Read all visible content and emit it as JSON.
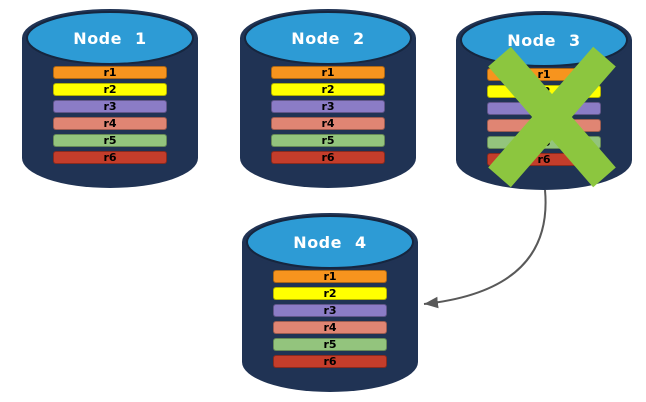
{
  "diagram": {
    "type": "database-node-replication",
    "nodes": [
      {
        "label": "Node 1",
        "failed": false,
        "rows": [
          "r1",
          "r2",
          "r3",
          "r4",
          "r5",
          "r6"
        ]
      },
      {
        "label": "Node 2",
        "failed": false,
        "rows": [
          "r1",
          "r2",
          "r3",
          "r4",
          "r5",
          "r6"
        ]
      },
      {
        "label": "Node 3",
        "failed": true,
        "rows": [
          "r1",
          "r2",
          "r3",
          "r4",
          "r5",
          "r6"
        ]
      },
      {
        "label": "Node 4",
        "failed": false,
        "rows": [
          "r1",
          "r2",
          "r3",
          "r4",
          "r5",
          "r6"
        ]
      }
    ],
    "row_colors": [
      "#F7941E",
      "#FFFF00",
      "#8B7CC6",
      "#E08573",
      "#93C47D",
      "#C43D2B"
    ],
    "colors": {
      "cylinder_body": "#203354",
      "cylinder_top": "#2D9BD5",
      "title_text": "#FFFFFF",
      "row_text": "#000000",
      "failure_x": "#8CC63F",
      "arrow": "#595959"
    },
    "arrow": {
      "from": "Node 3",
      "to": "Node 4"
    }
  }
}
